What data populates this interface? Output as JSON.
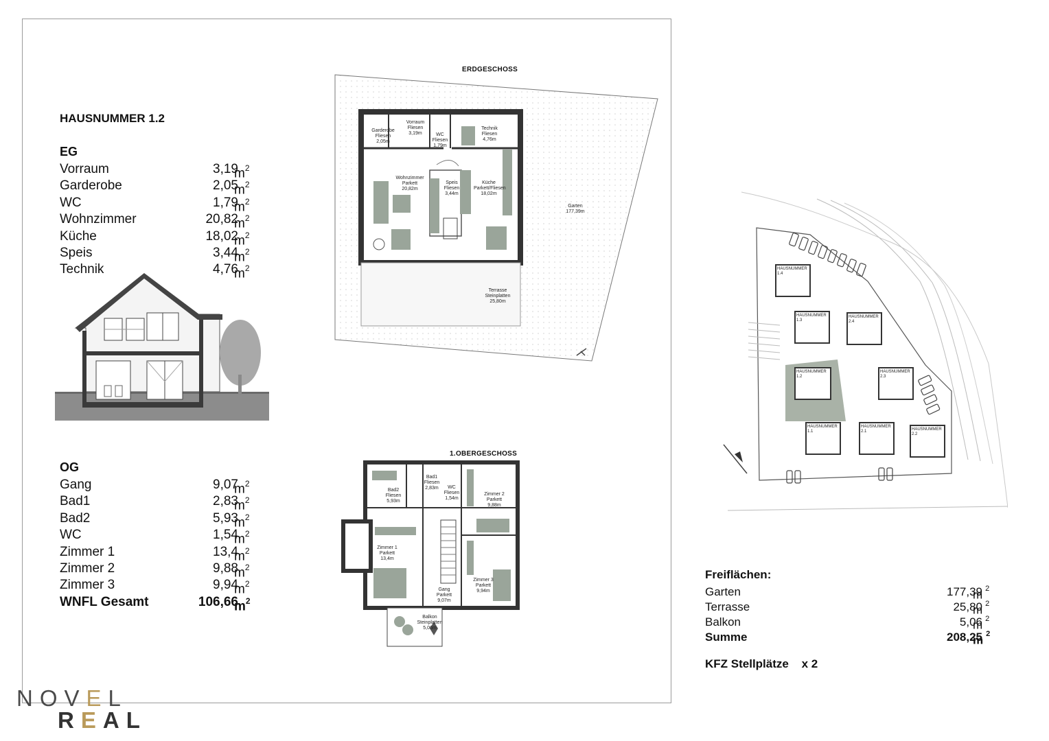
{
  "house": {
    "title": "HAUSNUMMER 1.2"
  },
  "eg": {
    "heading": "EG",
    "unit": "m",
    "rooms": [
      {
        "name": "Vorraum",
        "area": "3,19"
      },
      {
        "name": "Garderobe",
        "area": "2,05"
      },
      {
        "name": "WC",
        "area": "1,79"
      },
      {
        "name": "Wohnzimmer",
        "area": "20,82"
      },
      {
        "name": "Küche",
        "area": "18,02"
      },
      {
        "name": "Speis",
        "area": "3,44"
      },
      {
        "name": "Technik",
        "area": "4,76"
      }
    ]
  },
  "og": {
    "heading": "OG",
    "unit": "m",
    "rooms": [
      {
        "name": "Gang",
        "area": "9,07"
      },
      {
        "name": "Bad1",
        "area": "2,83"
      },
      {
        "name": "Bad2",
        "area": "5,93"
      },
      {
        "name": "WC",
        "area": "1,54"
      },
      {
        "name": "Zimmer 1",
        "area": "13,4"
      },
      {
        "name": "Zimmer 2",
        "area": "9,88"
      },
      {
        "name": "Zimmer 3",
        "area": "9,94"
      }
    ],
    "total": {
      "name": "WNFL Gesamt",
      "area": "106,66"
    }
  },
  "plans": {
    "ground_floor_title": "ERDGESCHOSS",
    "upper_floor_title": "1.OBERGESCHOSS",
    "eg_labels": [
      {
        "lines": [
          "Garderobe",
          "Fliesen",
          "2,05m"
        ]
      },
      {
        "lines": [
          "Vorraum",
          "Fliesen",
          "3,19m"
        ]
      },
      {
        "lines": [
          "WC",
          "Fliesen",
          "1,79m"
        ]
      },
      {
        "lines": [
          "Technik",
          "Fliesen",
          "4,76m"
        ]
      },
      {
        "lines": [
          "Wohnzimmer",
          "Parkett",
          "20,82m"
        ]
      },
      {
        "lines": [
          "Speis",
          "Fliesen",
          "3,44m"
        ]
      },
      {
        "lines": [
          "Küche",
          "Parkett/Fliesen",
          "18,02m"
        ]
      },
      {
        "lines": [
          "Garten",
          "177,39m"
        ]
      },
      {
        "lines": [
          "Terrasse",
          "Steinplatten",
          "25,80m"
        ]
      }
    ],
    "og_labels": [
      {
        "lines": [
          "Bad1",
          "Fliesen",
          "2,83m"
        ]
      },
      {
        "lines": [
          "Bad2",
          "Fliesen",
          "5,93m"
        ]
      },
      {
        "lines": [
          "WC",
          "Fliesen",
          "1,54m"
        ]
      },
      {
        "lines": [
          "Zimmer 2",
          "Parkett",
          "9,88m"
        ]
      },
      {
        "lines": [
          "Zimmer 1",
          "Parkett",
          "13,4m"
        ]
      },
      {
        "lines": [
          "Zimmer 3",
          "Parkett",
          "9,94m"
        ]
      },
      {
        "lines": [
          "Gang",
          "Parkett",
          "9,07m"
        ]
      },
      {
        "lines": [
          "Balkon",
          "Steinplatten",
          "5,06m"
        ]
      }
    ]
  },
  "site_plan": {
    "houses": [
      {
        "label": "HAUSNUMMER",
        "number": "1.4"
      },
      {
        "label": "HAUSNUMMER",
        "number": "1.3"
      },
      {
        "label": "HAUSNUMMER",
        "number": "2.4"
      },
      {
        "label": "HAUSNUMMER",
        "number": "1.2"
      },
      {
        "label": "HAUSNUMMER",
        "number": "2.3"
      },
      {
        "label": "HAUSNUMMER",
        "number": "1.1"
      },
      {
        "label": "HAUSNUMMER",
        "number": "2.1"
      },
      {
        "label": "HAUSNUMMER",
        "number": "2.2"
      }
    ],
    "highlight_color": "#a9b2a7"
  },
  "free_areas": {
    "heading": "Freiflächen:",
    "unit": "m",
    "rows": [
      {
        "name": "Garten",
        "area": "177,39"
      },
      {
        "name": "Terrasse",
        "area": "25,80"
      },
      {
        "name": "Balkon",
        "area": "5,06"
      }
    ],
    "total": {
      "name": "Summe",
      "area": "208,25"
    }
  },
  "parking": {
    "label": "KFZ Stellplätze",
    "count": "x 2"
  },
  "logo": {
    "line1": "NOVEL",
    "line2": "REAL"
  },
  "colors": {
    "furniture": "#9aa59a",
    "wall": "#3a3a3a",
    "logo_gold": "#b99a5a"
  }
}
